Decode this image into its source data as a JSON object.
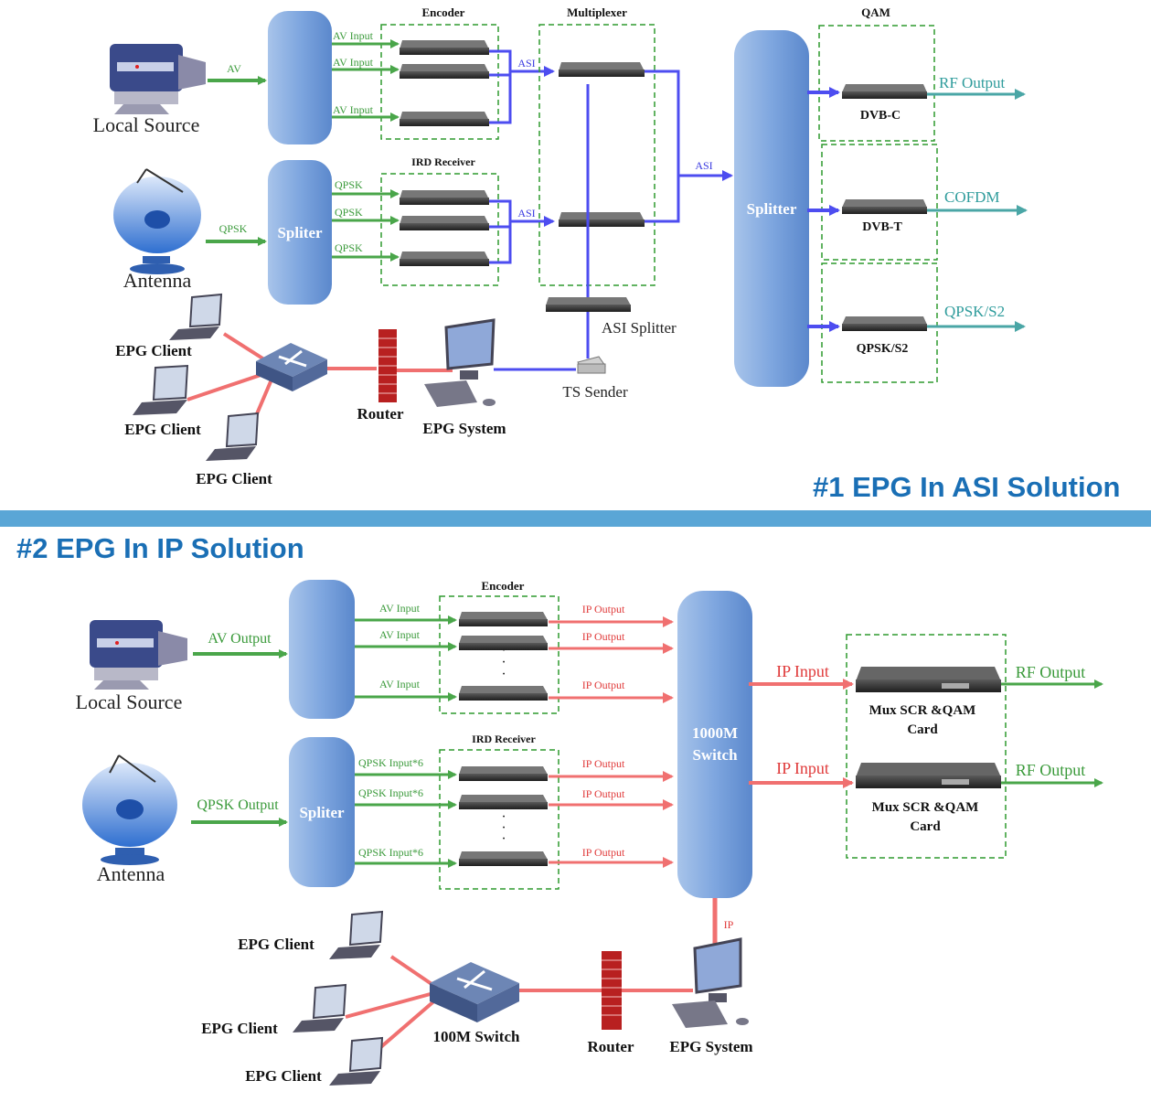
{
  "section1": {
    "title": "#1 EPG In ASI Solution",
    "local_source": "Local Source",
    "antenna": "Antenna",
    "av": "AV",
    "qpsk_in": "QPSK",
    "splitter_left": "Spliter",
    "encoder_group": "Encoder",
    "ird_group": "IRD Receiver",
    "av_input": "AV Input",
    "qpsk": "QPSK",
    "asi": "ASI",
    "multiplexer": "Multiplexer",
    "splitter_right": "Splitter",
    "qam_group": "QAM",
    "dvb_c": "DVB-C",
    "dvb_t": "DVB-T",
    "qpsk_s2": "QPSK/S2",
    "rf_output": "RF Output",
    "cofdm": "COFDM",
    "qpsk_s2_out": "QPSK/S2",
    "asi_splitter": "ASI Splitter",
    "ts_sender": "TS Sender",
    "epg_client": "EPG Client",
    "router": "Router",
    "epg_system": "EPG System"
  },
  "section2": {
    "title": "#2 EPG In IP Solution",
    "local_source": "Local Source",
    "antenna": "Antenna",
    "av_output": "AV Output",
    "qpsk_output": "QPSK Output",
    "splitter": "Spliter",
    "encoder_group": "Encoder",
    "ird_group": "IRD Receiver",
    "av_input": "AV Input",
    "qpsk_input": "QPSK Input*6",
    "ip_output": "IP Output",
    "switch_line1": "1000M",
    "switch_line2": "Switch",
    "ip_input": "IP Input",
    "mux_line1": "Mux SCR &QAM",
    "mux_line2": "Card",
    "rf_output": "RF Output",
    "ip": "IP",
    "epg_client": "EPG Client",
    "switch_100m": "100M Switch",
    "router": "Router",
    "epg_system": "EPG System"
  },
  "colors": {
    "green": "#4aa64a",
    "blue": "#4d4df0",
    "teal": "#4aa6a6",
    "red": "#f07070",
    "title_blue": "#1a6fb5",
    "divider": "#5aa6d6"
  }
}
